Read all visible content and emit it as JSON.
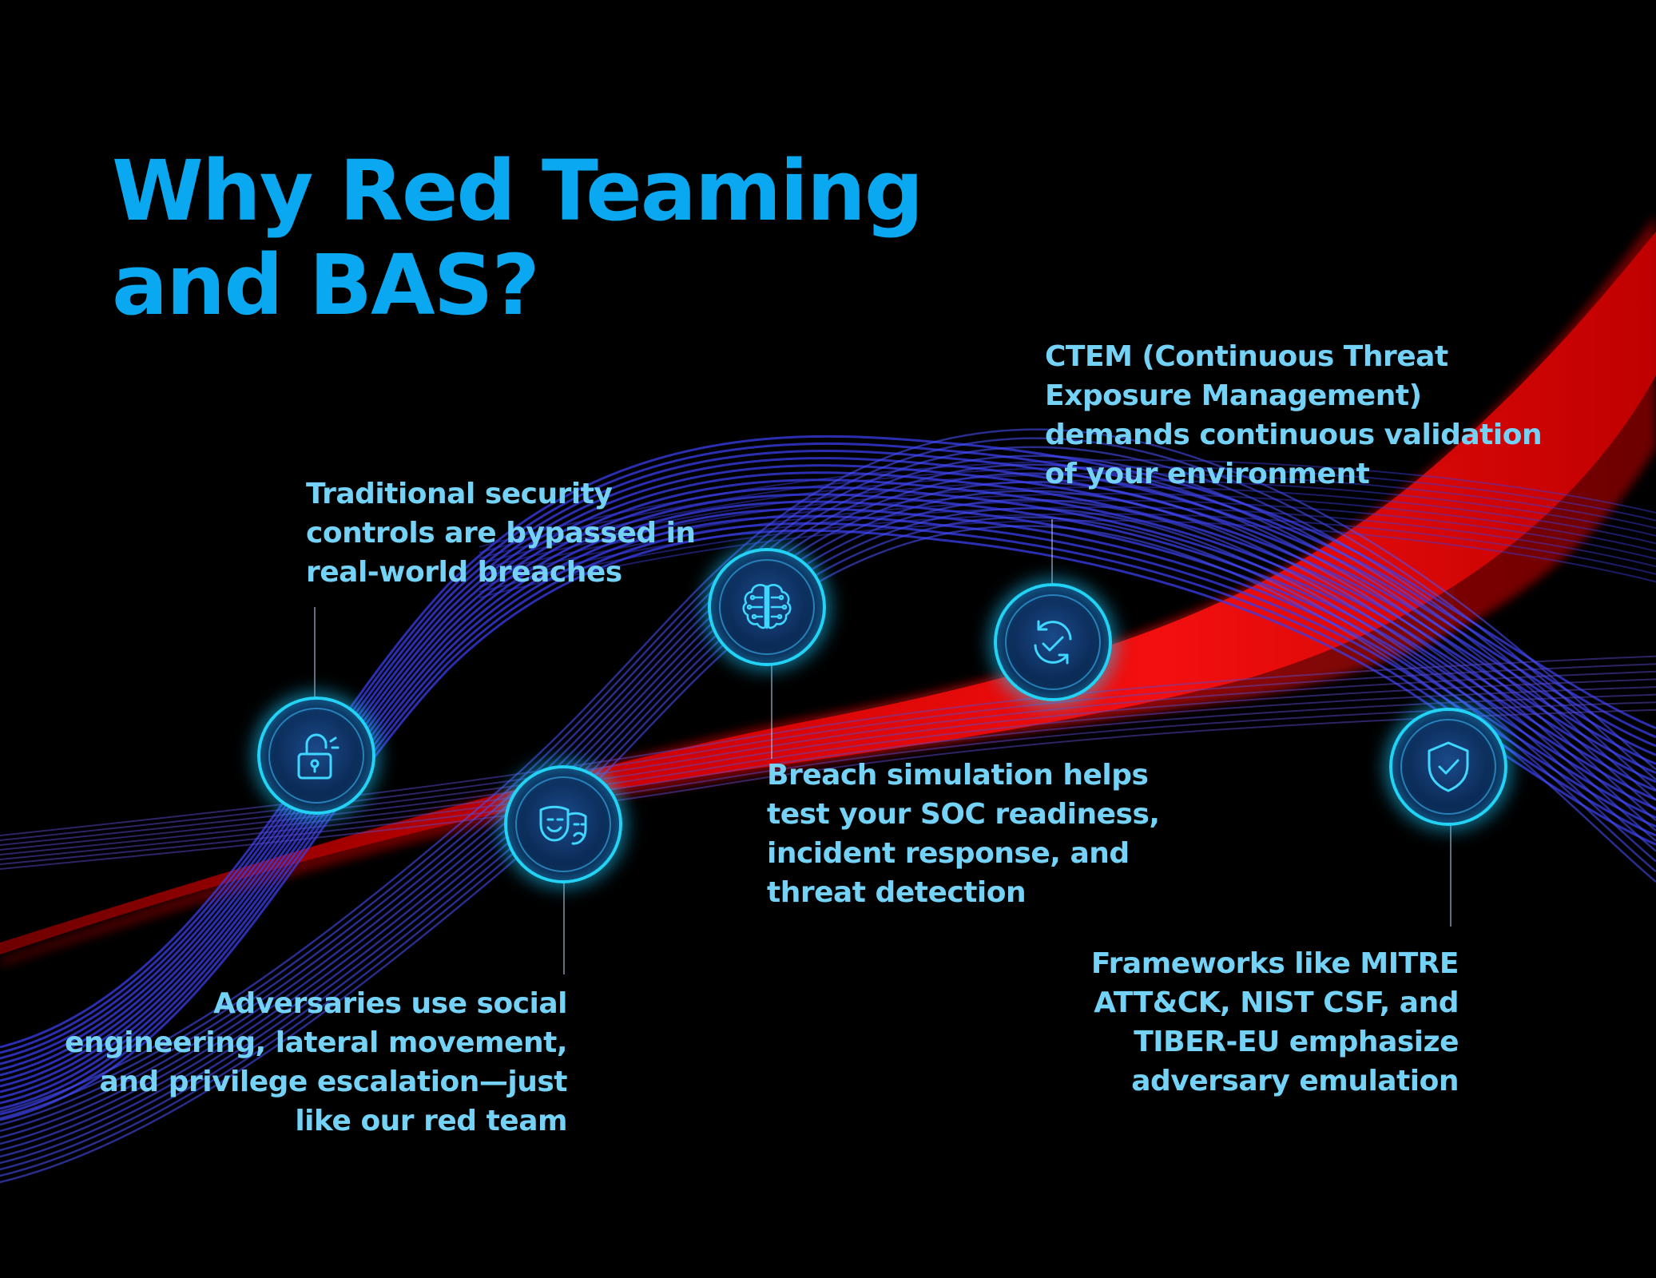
{
  "title": {
    "line1": "Why Red Teaming",
    "line2": "and BAS?"
  },
  "colors": {
    "title": "#0aa8f0",
    "text": "#74d2f7",
    "ring": "#22d3f5",
    "red_ribbon": "#e00a0a",
    "blue_strands": "#3a44e8"
  },
  "items": [
    {
      "icon": "open-padlock-icon",
      "lines": [
        "Traditional security",
        "controls are bypassed in",
        "real-world breaches"
      ]
    },
    {
      "icon": "theater-masks-icon",
      "lines": [
        "Adversaries use social",
        "engineering, lateral movement,",
        "and privilege escalation—just",
        "like our red team"
      ]
    },
    {
      "icon": "brain-circuit-icon",
      "lines": [
        "Breach simulation helps",
        "test your SOC readiness,",
        "incident response, and",
        "threat detection"
      ]
    },
    {
      "icon": "refresh-check-icon",
      "lines": [
        "CTEM (Continuous Threat",
        "Exposure Management)",
        "demands continuous validation",
        "of your environment"
      ]
    },
    {
      "icon": "shield-check-icon",
      "lines": [
        "Frameworks like MITRE",
        "ATT&CK, NIST CSF, and",
        "TIBER-EU emphasize",
        "adversary emulation"
      ]
    }
  ]
}
